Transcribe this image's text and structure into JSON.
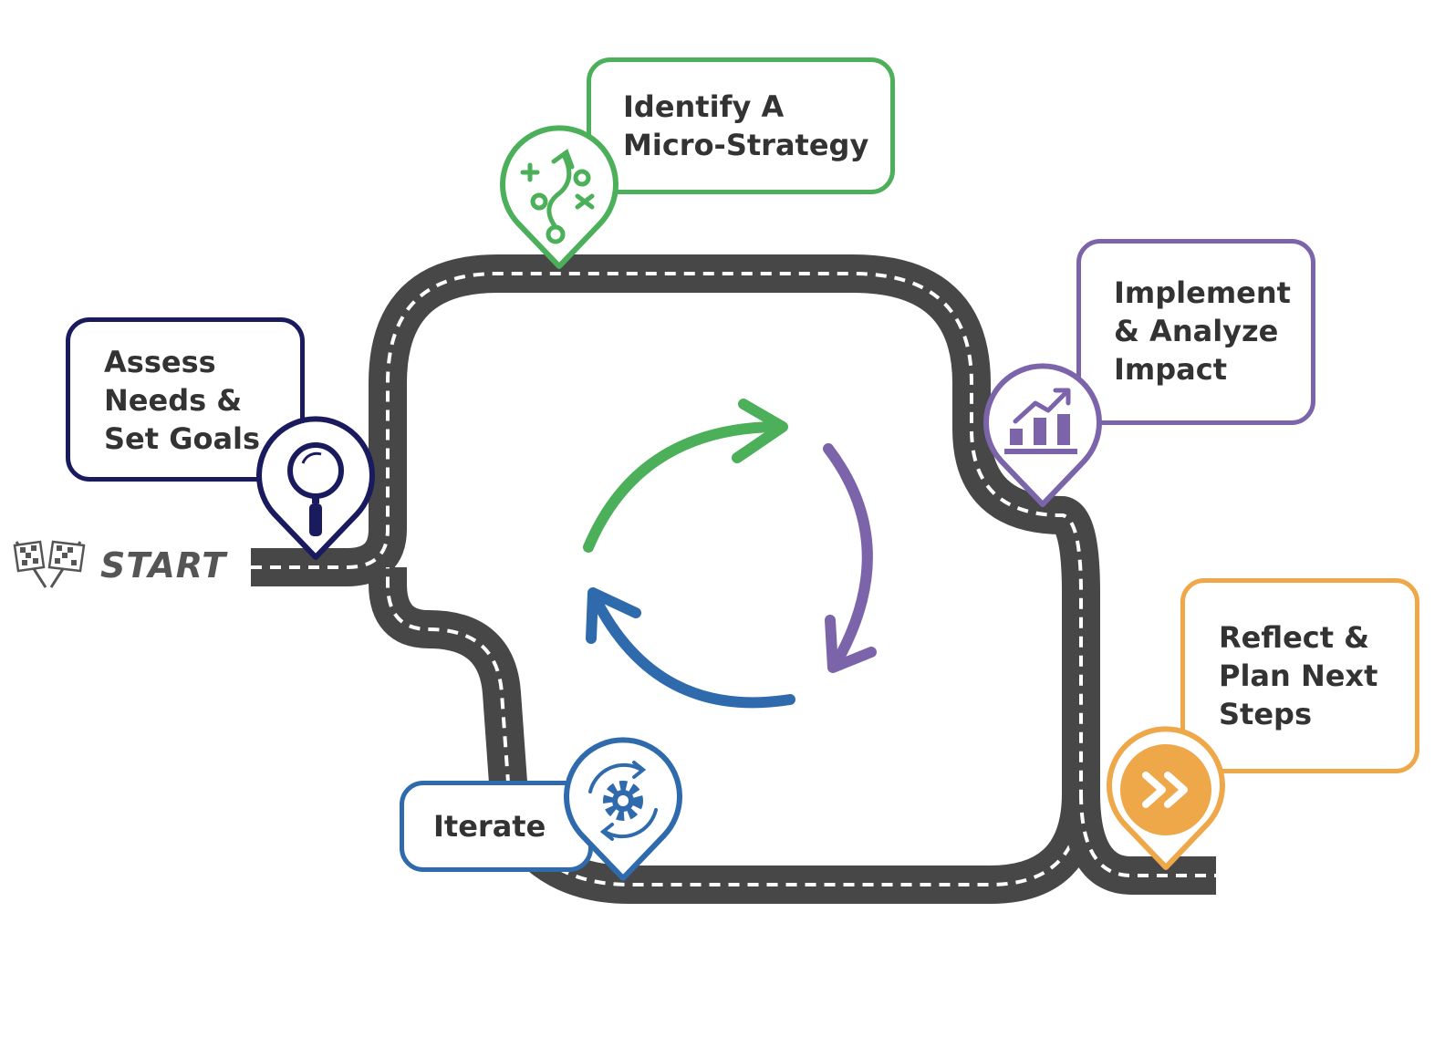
{
  "start": {
    "label": "START",
    "icon": "checkered-flags-icon"
  },
  "steps": [
    {
      "id": "assess",
      "label": "Assess\nNeeds &\nSet Goals",
      "color": "#1a1a5e",
      "icon": "magnifier-icon"
    },
    {
      "id": "identify",
      "label": "Identify A\nMicro-Strategy",
      "color": "#4caf5a",
      "icon": "strategy-play-icon"
    },
    {
      "id": "implement",
      "label": "Implement\n& Analyze\nImpact",
      "color": "#7b64aa",
      "icon": "growth-chart-icon"
    },
    {
      "id": "reflect",
      "label": "Reflect &\nPlan Next\nSteps",
      "color": "#eea84a",
      "icon": "fast-forward-icon"
    },
    {
      "id": "iterate",
      "label": "Iterate",
      "color": "#2f6aad",
      "icon": "gear-cycle-icon"
    }
  ],
  "cycle_arrows": [
    {
      "color": "#4caf5a"
    },
    {
      "color": "#7b64aa"
    },
    {
      "color": "#2f6aad"
    }
  ],
  "road": {
    "color": "#474747",
    "dash_color": "#ffffff"
  }
}
